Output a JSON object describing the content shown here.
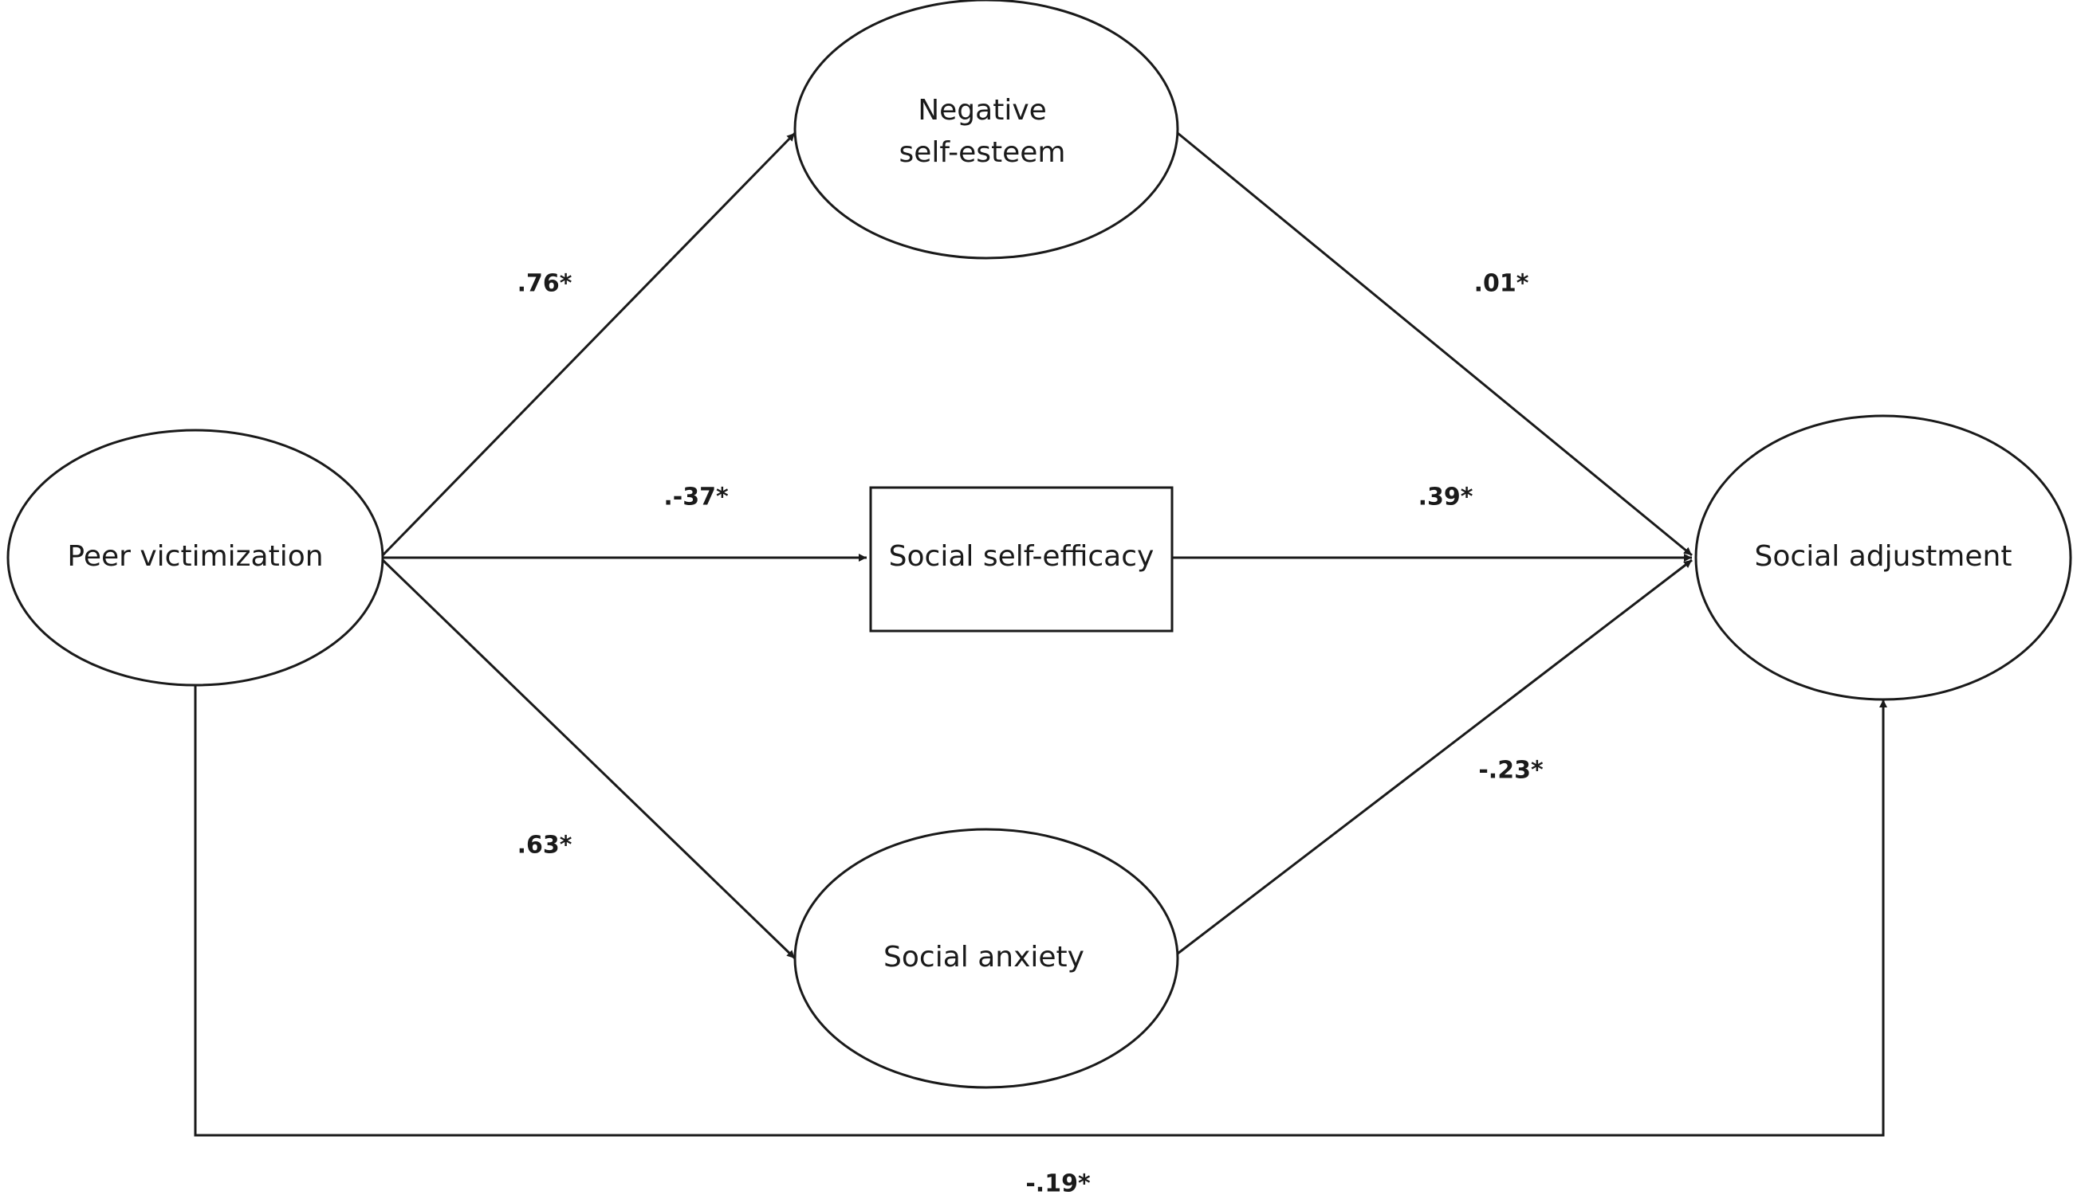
{
  "nodes": {
    "peer_victimization": {
      "label": "Peer victimization"
    },
    "negative_self_esteem": {
      "label_line1": "Negative",
      "label_line2": "self-esteem"
    },
    "social_self_efficacy": {
      "label": "Social self-efficacy"
    },
    "social_anxiety": {
      "label": "Social anxiety"
    },
    "social_adjustment": {
      "label": "Social adjustment"
    }
  },
  "paths": {
    "pv_to_nse": ".76*",
    "pv_to_sse": ".-37*",
    "pv_to_sa": ".63*",
    "nse_to_adj": ".01*",
    "sse_to_adj": ".39*",
    "sa_to_adj": "-.23*",
    "pv_to_adj": "-.19*"
  }
}
